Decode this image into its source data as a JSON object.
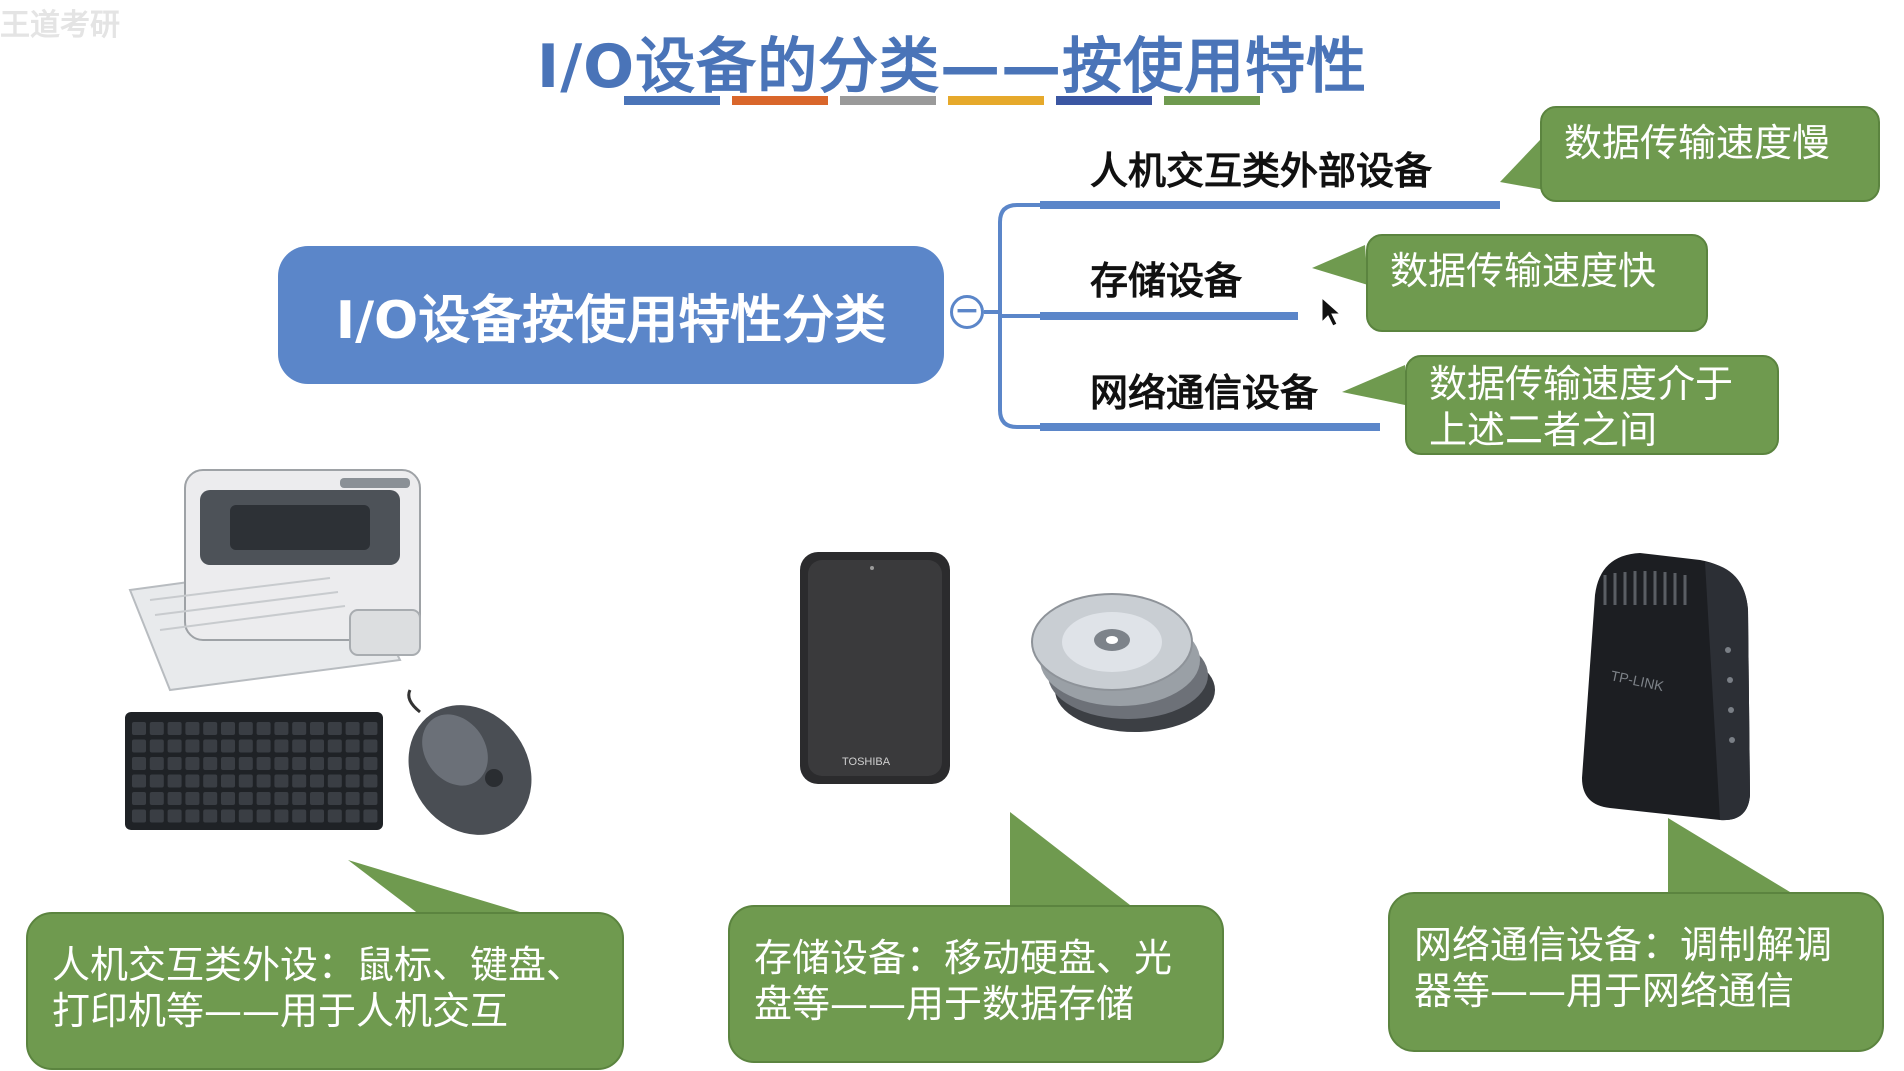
{
  "watermark": "王道考研",
  "title": "I/O设备的分类——按使用特性",
  "title_stripe_colors": [
    "#4a74b8",
    "#d9662b",
    "#9a9a9a",
    "#e6a92b",
    "#3b56a2",
    "#6f9a4f"
  ],
  "root": {
    "label": "I/O设备按使用特性分类",
    "collapse_symbol": "−"
  },
  "branches": [
    {
      "label": "人机交互类外部设备",
      "note": "数据传输速度慢"
    },
    {
      "label": "存储设备",
      "note": "数据传输速度快"
    },
    {
      "label": "网络通信设备",
      "note": "数据传输速度介于上述二者之间"
    }
  ],
  "bubbles": [
    {
      "text": "人机交互类外设：鼠标、键盘、打印机等——用于人机交互",
      "depicts": [
        "printer",
        "keyboard",
        "mouse"
      ]
    },
    {
      "text": "存储设备：移动硬盘、光盘等——用于数据存储",
      "depicts": [
        "portable-hard-drive",
        "optical-discs"
      ]
    },
    {
      "text": "网络通信设备：调制解调器等——用于网络通信",
      "depicts": [
        "modem"
      ]
    }
  ],
  "device_labels": {
    "hard_drive_brand": "TOSHIBA",
    "modem_brand": "TP-LINK"
  },
  "colors": {
    "accent_blue": "#5b86c9",
    "title_blue": "#4a74b8",
    "callout_green": "#6f9a4f"
  }
}
